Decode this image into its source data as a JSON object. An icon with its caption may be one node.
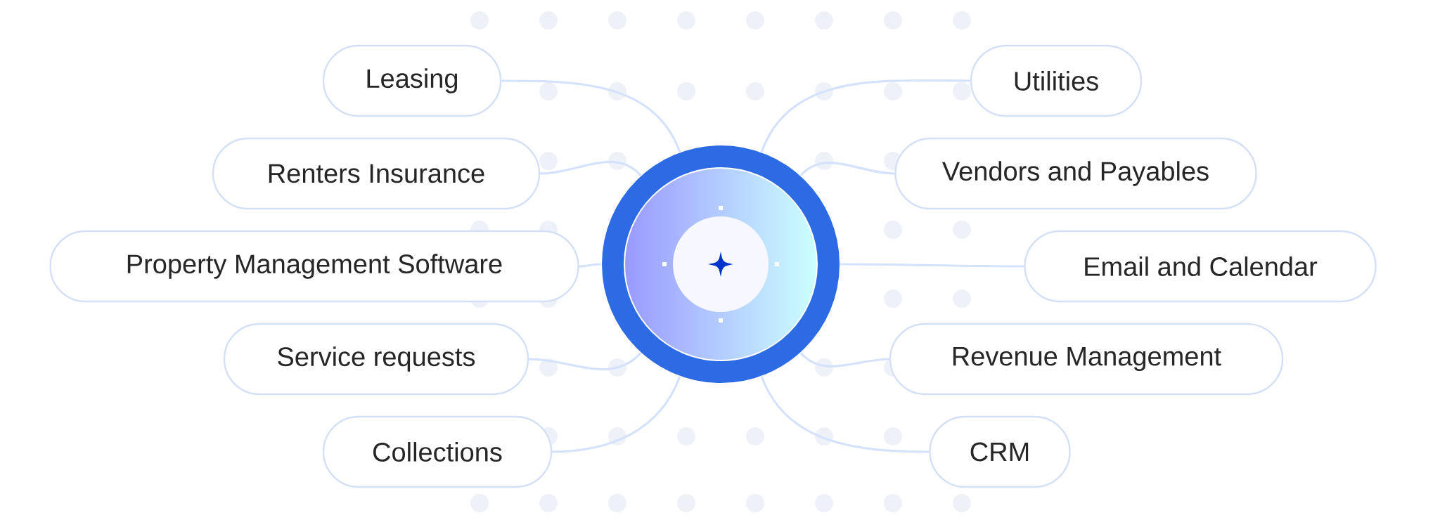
{
  "diagram": {
    "nodes": [
      {
        "text": [
          "Leasing"
        ]
      },
      {
        "text": [
          "Renters Insurance"
        ]
      },
      {
        "text": [
          "Property Management Software"
        ]
      },
      {
        "text": [
          "Service requests"
        ]
      },
      {
        "text": [
          "Collections"
        ]
      },
      {
        "text": [
          "Utilities"
        ]
      },
      {
        "text": [
          "Vendors and Payables"
        ]
      },
      {
        "text": [
          "Email and Calendar"
        ]
      },
      {
        "text": [
          "Revenue Management"
        ]
      },
      {
        "text": [
          "CRM"
        ]
      },
      {
        "text": [],
        "shape": "circle"
      }
    ],
    "edges": [
      {
        "from": 0,
        "to": 10,
        "arrow": "none"
      },
      {
        "from": 1,
        "to": 10,
        "arrow": "none"
      },
      {
        "from": 2,
        "to": 10,
        "arrow": "none"
      },
      {
        "from": 3,
        "to": 10,
        "arrow": "none"
      },
      {
        "from": 4,
        "to": 10,
        "arrow": "none"
      },
      {
        "from": 5,
        "to": 10,
        "arrow": "none"
      },
      {
        "from": 6,
        "to": 10,
        "arrow": "none"
      },
      {
        "from": 7,
        "to": 10,
        "arrow": "none"
      },
      {
        "from": 8,
        "to": 10,
        "arrow": "none"
      },
      {
        "from": 9,
        "to": 10,
        "arrow": "none"
      }
    ]
  }
}
